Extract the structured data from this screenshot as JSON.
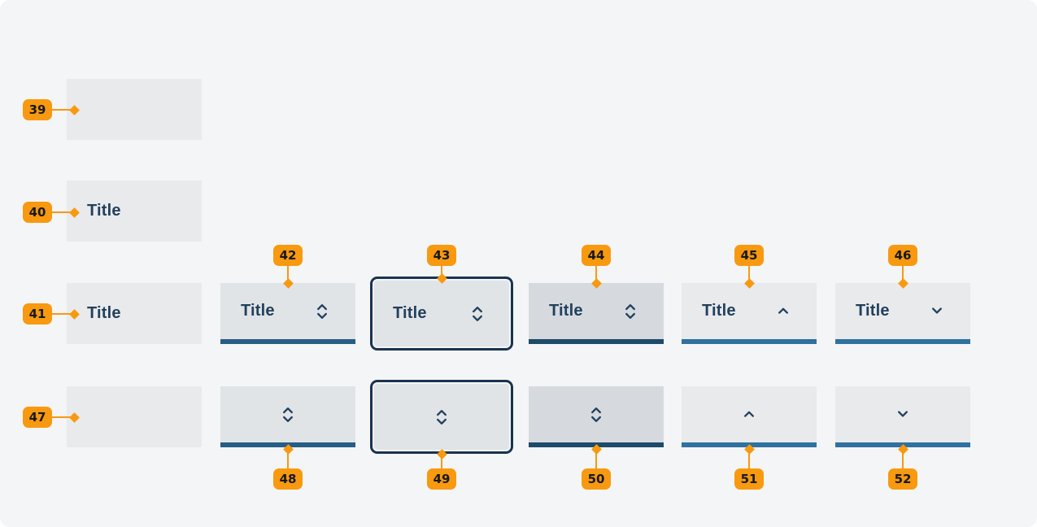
{
  "labels": {
    "title": "Title"
  },
  "marker_labels": {
    "39": "39",
    "40": "40",
    "41": "41",
    "42": "42",
    "43": "43",
    "44": "44",
    "45": "45",
    "46": "46",
    "47": "47",
    "48": "48",
    "49": "49",
    "50": "50",
    "51": "51",
    "52": "52"
  },
  "icons": {
    "sort_both": "chevron-up-down",
    "sort_ascending": "chevron-up",
    "sort_descending": "chevron-down"
  },
  "colors": {
    "page_bg": "#FFFFFF",
    "panel_bg": "#F4F5F7",
    "plain_bg": "#E9EAEC",
    "sortable_bg": "#E1E4E6",
    "hover_bg": "#D6DADE",
    "sorted_bg": "#E8EAEC",
    "cell_text": "#22405E",
    "focus_outline": "#1A3450",
    "border_default": "#265E85",
    "border_hover": "#1D4B69",
    "border_sorted": "#2F71A0",
    "annotation_orange": "#F9990F",
    "marker_text": "#16191D"
  }
}
